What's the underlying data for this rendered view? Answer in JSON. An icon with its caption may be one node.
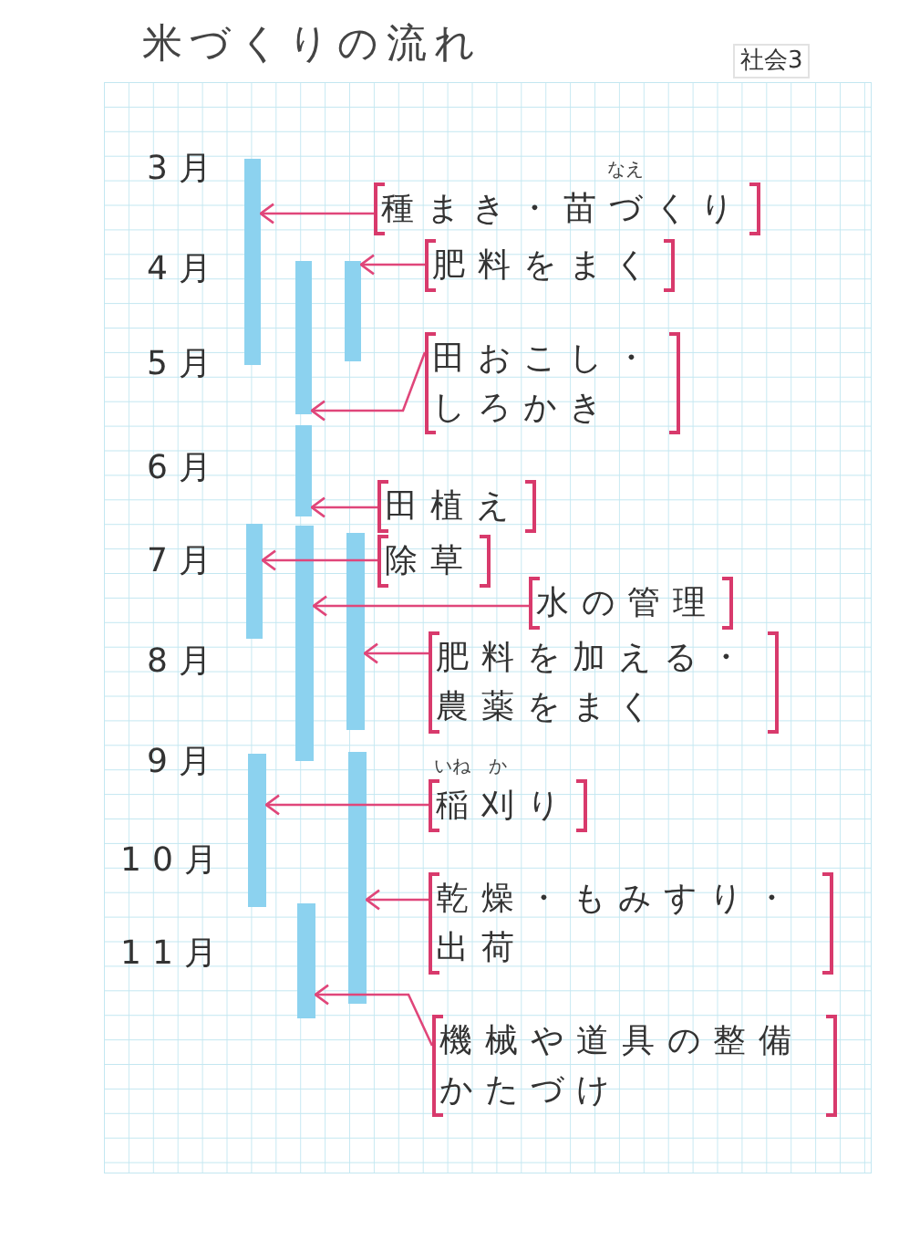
{
  "diagram": {
    "title": "米づくりの流れ",
    "nodes": [
      {
        "text": [
          "種まき・苗づくり"
        ],
        "beside": [
          "なえ"
        ]
      },
      {
        "text": [
          "肥料をまく"
        ]
      },
      {
        "text": [
          "田おこし・しろかき"
        ]
      },
      {
        "text": [
          "田植え"
        ]
      },
      {
        "text": [
          "除草"
        ]
      },
      {
        "text": [
          "水の管理"
        ]
      },
      {
        "text": [
          "肥料を加える・農薬をまく"
        ]
      },
      {
        "text": [
          "稲刈り"
        ],
        "beside": [
          "いね",
          "か"
        ]
      },
      {
        "text": [
          "乾燥・もみすり・出荷"
        ]
      },
      {
        "text": [
          "機械や道具の整備かたづけ"
        ]
      },
      {
        "text": [],
        "shape": "bar"
      },
      {
        "text": [],
        "shape": "bar"
      },
      {
        "text": [],
        "shape": "bar"
      },
      {
        "text": [],
        "shape": "bar"
      },
      {
        "text": [],
        "shape": "bar"
      },
      {
        "text": [],
        "shape": "bar"
      },
      {
        "text": [],
        "shape": "bar"
      },
      {
        "text": [],
        "shape": "bar"
      },
      {
        "text": [],
        "shape": "bar"
      },
      {
        "text": [],
        "shape": "bar"
      }
    ],
    "edges": [
      {
        "from": 0,
        "to": 10,
        "arrow": "to"
      },
      {
        "from": 1,
        "to": 12,
        "arrow": "to"
      },
      {
        "from": 2,
        "to": 11,
        "arrow": "to"
      },
      {
        "from": 3,
        "to": 13,
        "arrow": "to"
      },
      {
        "from": 4,
        "to": 14,
        "arrow": "to"
      },
      {
        "from": 5,
        "to": 15,
        "arrow": "to"
      },
      {
        "from": 6,
        "to": 16,
        "arrow": "to"
      },
      {
        "from": 7,
        "to": 17,
        "arrow": "to"
      },
      {
        "from": 8,
        "to": 18,
        "arrow": "to"
      },
      {
        "from": 9,
        "to": 19,
        "arrow": "to"
      }
    ],
    "labels": [
      "社会3",
      "3月",
      "4月",
      "5月",
      "6月",
      "7月",
      "8月",
      "9月",
      "10月",
      "11月"
    ]
  }
}
